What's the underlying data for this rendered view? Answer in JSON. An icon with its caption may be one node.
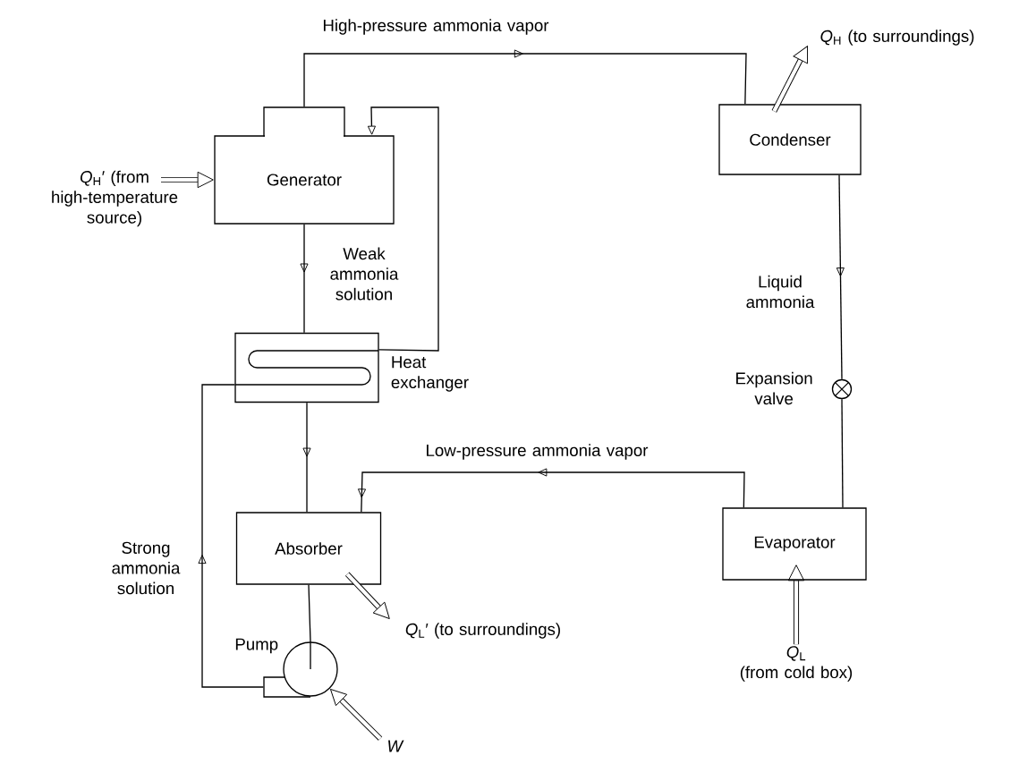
{
  "diagram": {
    "nodes": [
      {
        "text": [
          "Generator"
        ]
      },
      {
        "text": [
          "Condenser"
        ]
      },
      {
        "text": [
          "Heat exchanger"
        ]
      },
      {
        "text": [
          "Expansion valve"
        ]
      },
      {
        "text": [
          "Absorber"
        ]
      },
      {
        "text": [
          "Evaporator"
        ]
      },
      {
        "text": [
          "Pump"
        ]
      },
      {
        "text": [
          "*Q*$_{H}$′ (from high-temperature source)"
        ]
      },
      {
        "text": [
          "*Q*$_{H}$ (to surroundings)"
        ]
      },
      {
        "text": [
          "*Q*$_{L}$′ (to surroundings)"
        ]
      },
      {
        "text": [
          "*Q*$_{L}$",
          "(from cold box)"
        ]
      },
      {
        "text": [
          "*W*"
        ]
      }
    ],
    "edges": [
      {
        "from": 0,
        "to": 1,
        "arrow": "to",
        "label": "High-pressure ammonia vapor"
      },
      {
        "from": 1,
        "to": 3,
        "arrow": "to",
        "label": "Liquid ammonia"
      },
      {
        "from": 3,
        "to": 5,
        "arrow": "none"
      },
      {
        "from": 5,
        "to": 4,
        "arrow": "to",
        "label": "Low-pressure ammonia vapor"
      },
      {
        "from": 0,
        "to": 2,
        "arrow": "to",
        "label": "Weak ammonia solution"
      },
      {
        "from": 2,
        "to": 4,
        "arrow": "to"
      },
      {
        "from": 2,
        "to": 0,
        "arrow": "to"
      },
      {
        "from": 4,
        "to": 6,
        "arrow": "none"
      },
      {
        "from": 6,
        "to": 2,
        "arrow": "to",
        "label": "Strong ammonia solution"
      },
      {
        "from": 7,
        "to": 0,
        "arrow": "to",
        "style": "thick"
      },
      {
        "from": 1,
        "to": 8,
        "arrow": "to",
        "style": "thick"
      },
      {
        "from": 4,
        "to": 9,
        "arrow": "to",
        "style": "thick"
      },
      {
        "from": 10,
        "to": 5,
        "arrow": "to",
        "style": "thick"
      },
      {
        "from": 11,
        "to": 6,
        "arrow": "to",
        "style": "thick"
      }
    ]
  }
}
